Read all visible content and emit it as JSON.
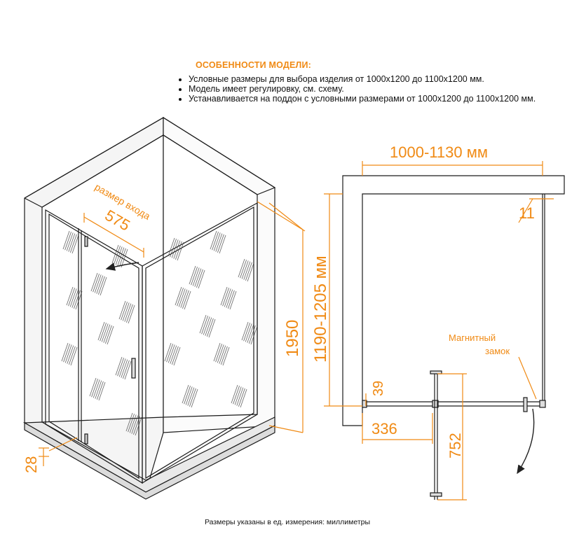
{
  "features": {
    "heading": "ОСОБЕННОСТИ МОДЕЛИ:",
    "items": [
      "Условные размеры для выбора изделия от 1000x1200 до 1100x1200 мм.",
      "Модель имеет регулировку,  см.  схему.",
      "Устанавливается на поддон с условными размерами от 1000x1200 до 1100x1200 мм."
    ]
  },
  "iso": {
    "entry_label": "размер входа",
    "entry_width": "575",
    "height": "1950",
    "depth_range": "1190-1205 мм",
    "bottom_offset": "28"
  },
  "plan": {
    "width_range": "1000-1130 мм",
    "wall_gap": "11",
    "magnet_label_line1": "Магнитный",
    "magnet_label_line2": "замок",
    "profile_depth": "39",
    "fixed_panel_width": "336",
    "door_swing": "752"
  },
  "footnote": "Размеры указаны в ед. измерения: миллиметры",
  "colors": {
    "accent": "#f08a14",
    "line": "#1a1a1a",
    "wall": "#f4f4f4"
  }
}
